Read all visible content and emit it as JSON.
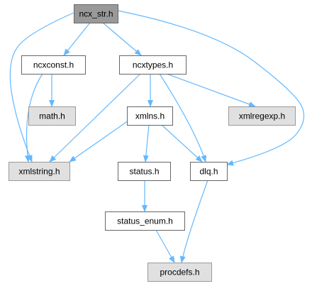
{
  "graph": {
    "nodes": [
      {
        "id": "ncx_str",
        "label": "ncx_str.h",
        "style": "root"
      },
      {
        "id": "ncxconst",
        "label": "ncxconst.h",
        "style": "normal"
      },
      {
        "id": "ncxtypes",
        "label": "ncxtypes.h",
        "style": "normal"
      },
      {
        "id": "math",
        "label": "math.h",
        "style": "external"
      },
      {
        "id": "xmlns",
        "label": "xmlns.h",
        "style": "normal"
      },
      {
        "id": "xmlregexp",
        "label": "xmlregexp.h",
        "style": "external"
      },
      {
        "id": "xmlstring",
        "label": "xmlstring.h",
        "style": "external"
      },
      {
        "id": "status",
        "label": "status.h",
        "style": "normal"
      },
      {
        "id": "dlq",
        "label": "dlq.h",
        "style": "normal"
      },
      {
        "id": "status_enum",
        "label": "status_enum.h",
        "style": "normal"
      },
      {
        "id": "procdefs",
        "label": "procdefs.h",
        "style": "external"
      }
    ],
    "edges": [
      {
        "from": "ncx_str",
        "to": "ncxconst"
      },
      {
        "from": "ncx_str",
        "to": "ncxtypes"
      },
      {
        "from": "ncx_str",
        "to": "xmlstring"
      },
      {
        "from": "ncx_str",
        "to": "dlq"
      },
      {
        "from": "ncxconst",
        "to": "math"
      },
      {
        "from": "ncxconst",
        "to": "xmlstring"
      },
      {
        "from": "ncxtypes",
        "to": "xmlns"
      },
      {
        "from": "ncxtypes",
        "to": "xmlregexp"
      },
      {
        "from": "ncxtypes",
        "to": "xmlstring"
      },
      {
        "from": "ncxtypes",
        "to": "dlq"
      },
      {
        "from": "xmlns",
        "to": "xmlstring"
      },
      {
        "from": "xmlns",
        "to": "status"
      },
      {
        "from": "xmlns",
        "to": "dlq"
      },
      {
        "from": "status",
        "to": "status_enum"
      },
      {
        "from": "status_enum",
        "to": "procdefs"
      },
      {
        "from": "dlq",
        "to": "procdefs"
      }
    ]
  },
  "colors": {
    "edge": "#63b8ff",
    "root_fill": "#999999",
    "root_stroke": "#666666",
    "normal_fill": "#ffffff",
    "normal_stroke": "#666666",
    "external_fill": "#e0e0e0",
    "external_stroke": "#999999",
    "text": "#000000"
  }
}
